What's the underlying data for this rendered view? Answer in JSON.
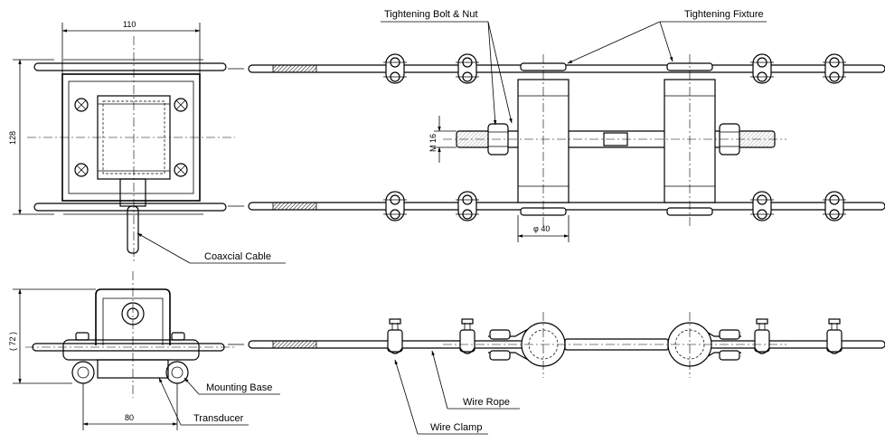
{
  "labels": {
    "bolt_nut": "Tightening Bolt & Nut",
    "fixture": "Tightening Fixture",
    "coax": "Coaxcial Cable",
    "mounting_base": "Mounting Base",
    "transducer": "Transducer",
    "wire_rope": "Wire Rope",
    "wire_clamp": "Wire Clamp"
  },
  "dimensions": {
    "width_top": "110",
    "height_left": "128",
    "thread": "M 16",
    "diameter": "φ 40",
    "height_front": "( 72 )",
    "width_bottom": "80"
  }
}
